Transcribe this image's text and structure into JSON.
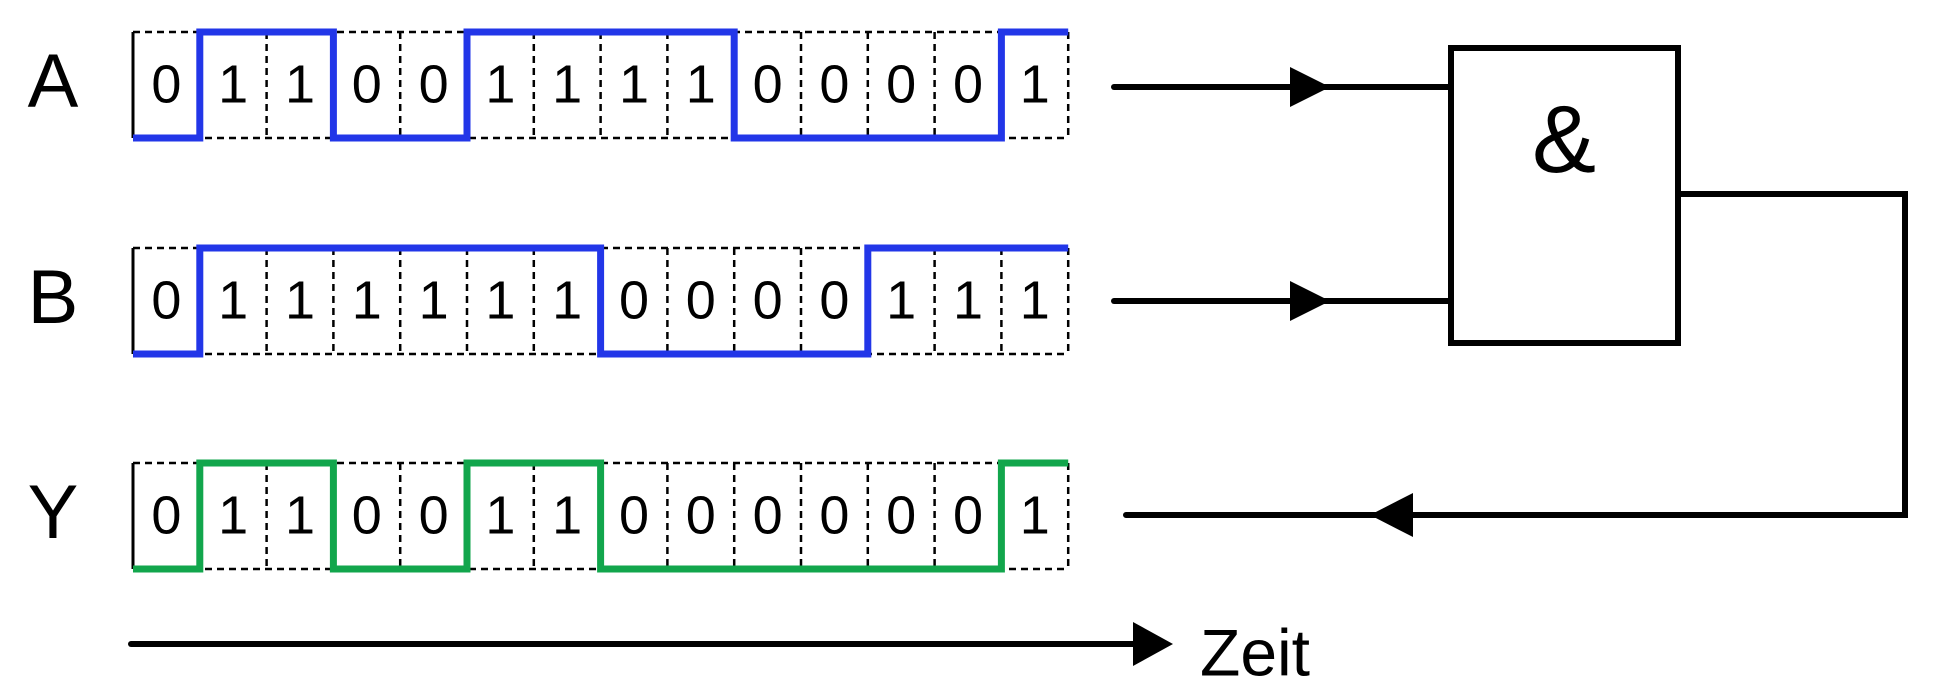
{
  "diagram": {
    "signals": [
      {
        "name": "A",
        "bits": [
          0,
          1,
          1,
          0,
          0,
          1,
          1,
          1,
          1,
          0,
          0,
          0,
          0,
          1
        ],
        "color": "#2236e8"
      },
      {
        "name": "B",
        "bits": [
          0,
          1,
          1,
          1,
          1,
          1,
          1,
          0,
          0,
          0,
          0,
          1,
          1,
          1
        ],
        "color": "#2236e8"
      },
      {
        "name": "Y",
        "bits": [
          0,
          1,
          1,
          0,
          0,
          1,
          1,
          0,
          0,
          0,
          0,
          0,
          0,
          1
        ],
        "color": "#12a64c"
      }
    ],
    "gate": {
      "symbol": "&"
    },
    "time_axis": {
      "label": "Zeit"
    }
  }
}
